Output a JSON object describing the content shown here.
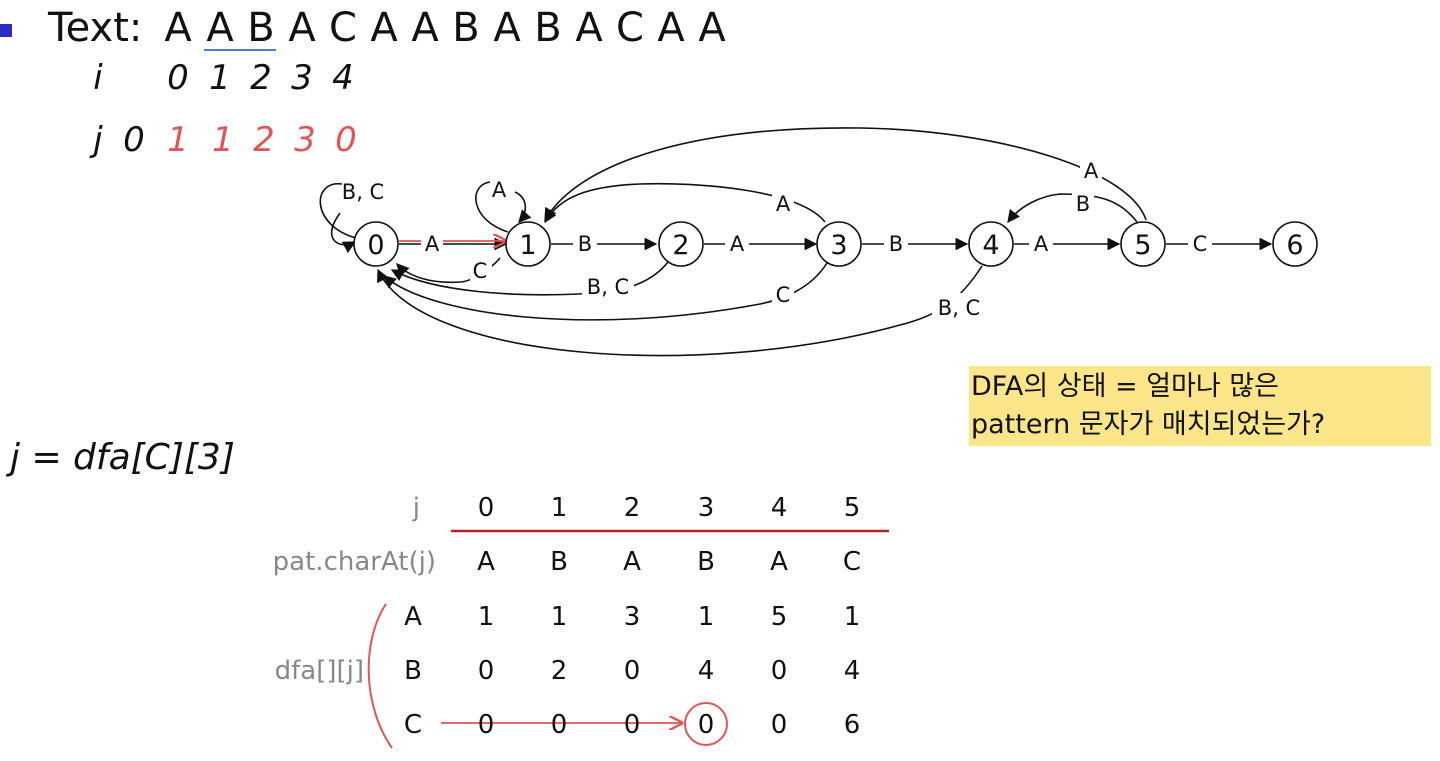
{
  "heading": {
    "label": "Text:",
    "letters": [
      "A",
      "A",
      "B",
      "A",
      "C",
      "A",
      "A",
      "B",
      "A",
      "B",
      "A",
      "C",
      "A",
      "A"
    ]
  },
  "notes": {
    "i_label": "i",
    "i_values": [
      "0",
      "1",
      "2",
      "3",
      "4"
    ],
    "j_label": "j",
    "j_values_black": [
      "0"
    ],
    "j_values_red": [
      "1",
      "1",
      "2",
      "3",
      "0"
    ],
    "formula": "j = dfa[C][3]"
  },
  "dfa": {
    "states": [
      "0",
      "1",
      "2",
      "3",
      "4",
      "5",
      "6"
    ],
    "edges": {
      "e01": "A",
      "e12": "B",
      "e23": "A",
      "e34": "B",
      "e45": "A",
      "e56": "C",
      "self0": "B, C",
      "self1": "A",
      "back1_0": "C",
      "back2_0": "B, C",
      "back3_0": "C",
      "back4_0": "B, C",
      "back3_1": "A",
      "back5_1": "A",
      "back5_4": "B"
    }
  },
  "callout": {
    "line1": "DFA의 상태 = 얼마나 많은",
    "line2": "pattern 문자가 매치되었는가?"
  },
  "table": {
    "j_header": "j",
    "columns": [
      "0",
      "1",
      "2",
      "3",
      "4",
      "5"
    ],
    "pat_label": "pat.charAt(j)",
    "pat_chars": [
      "A",
      "B",
      "A",
      "B",
      "A",
      "C"
    ],
    "dfa_label": "dfa[][j]",
    "rows": [
      {
        "char": "A",
        "values": [
          "1",
          "1",
          "3",
          "1",
          "5",
          "1"
        ]
      },
      {
        "char": "B",
        "values": [
          "0",
          "2",
          "0",
          "4",
          "0",
          "4"
        ]
      },
      {
        "char": "C",
        "values": [
          "0",
          "0",
          "0",
          "0",
          "0",
          "6"
        ]
      }
    ]
  },
  "colors": {
    "annotation_red": "#e05555",
    "table_rule": "#b32222",
    "callout_bg": "#fde58a",
    "bullet": "#2b2bc8",
    "underline": "#4a7fd6"
  }
}
